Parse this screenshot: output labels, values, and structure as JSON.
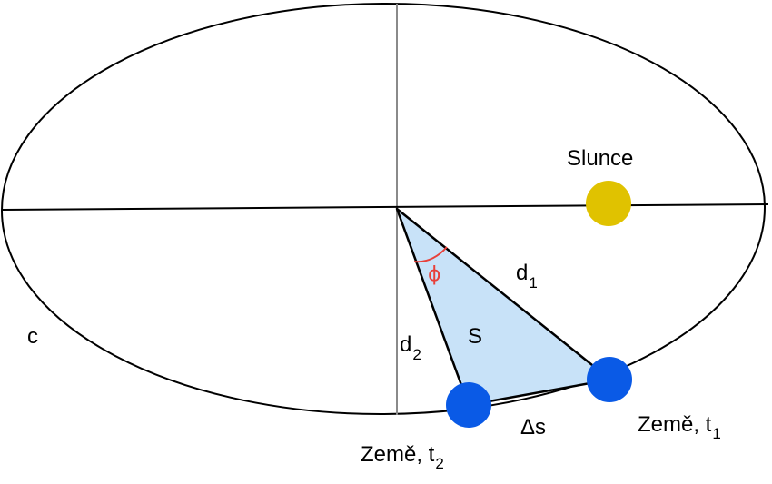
{
  "labels": {
    "sun": "Slunce",
    "curve": "c",
    "area": "S",
    "angle": "ϕ",
    "arc": "Δs",
    "d1_main": "d",
    "d1_sub": "1",
    "d2_main": "d",
    "d2_sub": "2",
    "earth1_main": "Země, t",
    "earth1_sub": "1",
    "earth2_main": "Země, t",
    "earth2_sub": "2"
  },
  "colors": {
    "sun": "#e0c200",
    "earth": "#0a5ae6",
    "sector_fill": "#c8e2f8",
    "angle_arc": "#e8403a",
    "ellipse": "#000000",
    "minor_axis": "#8a8a8a"
  }
}
